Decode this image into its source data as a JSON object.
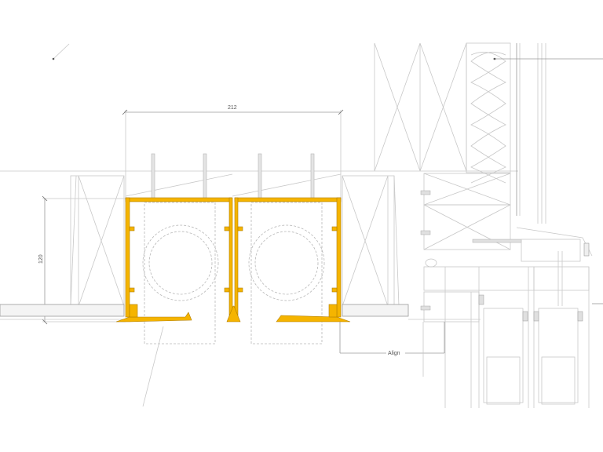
{
  "drawing": {
    "type": "architectural section detail",
    "subject": "recessed twin ceiling track profile with window head / sill junction",
    "accent_color": "#f5b400",
    "line_color": "#c8c8c8"
  },
  "dimensions": {
    "width_label": "212",
    "height_label": "120"
  },
  "annotations": {
    "align_label": "Align"
  }
}
